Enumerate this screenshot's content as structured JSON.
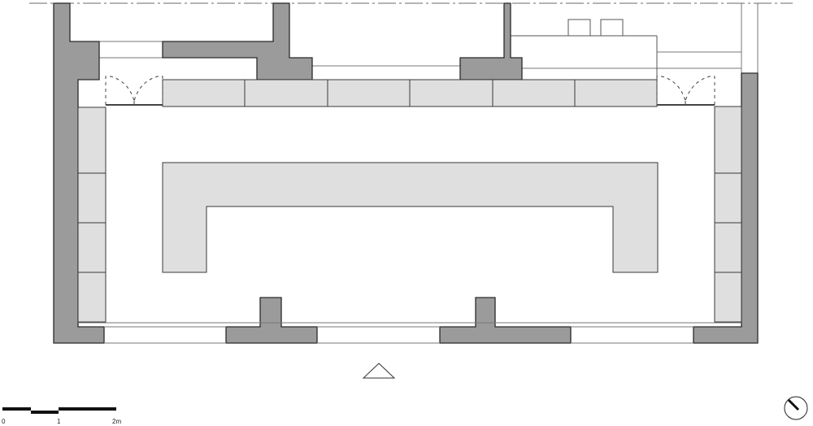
{
  "drawing": {
    "type": "floor-plan",
    "colors": {
      "wall": "#9b9b9b",
      "furniture": "#dfdfdf",
      "outline": "#2a2a2a",
      "background": "#ffffff"
    }
  },
  "scale_bar": {
    "labels": [
      "0",
      "1",
      "2m"
    ]
  },
  "north_arrow": {
    "icon": "north-arrow-icon"
  },
  "entrance_marker": {
    "icon": "entrance-triangle-icon"
  }
}
